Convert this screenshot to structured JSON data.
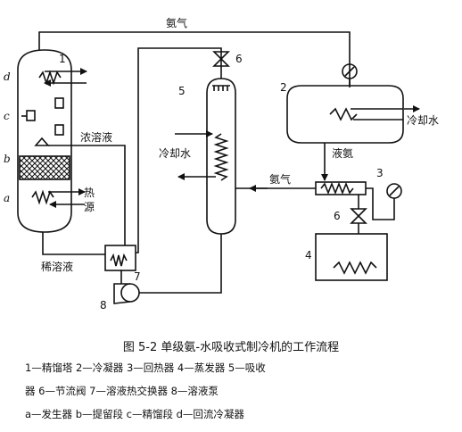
{
  "labels": {
    "ammonia_gas_top": "氨气",
    "ammonia_gas_mid": "氨气",
    "cooling_water_5": "冷却水",
    "cooling_water_2": "冷却水",
    "liquid_ammonia": "液氨",
    "strong_solution": "浓溶液",
    "weak_solution": "稀溶液",
    "heat_source_1": "热",
    "heat_source_2": "源"
  },
  "numbers": {
    "n1": "1",
    "n2": "2",
    "n3": "3",
    "n4": "4",
    "n5": "5",
    "n6a": "6",
    "n6b": "6",
    "n7": "7",
    "n8": "8"
  },
  "letters": {
    "a": "a",
    "b": "b",
    "c": "c",
    "d": "d"
  },
  "caption": {
    "title": "图 5-2    单级氨-水吸收式制冷机的工作流程",
    "line1": "1—精馏塔    2—冷凝器    3—回热器    4—蒸发器    5—吸收",
    "line2": "器    6—节流阀    7—溶液热交换器    8—溶液泵",
    "line3": "a—发生器    b—提留段    c—精馏段    d—回流冷凝器"
  }
}
